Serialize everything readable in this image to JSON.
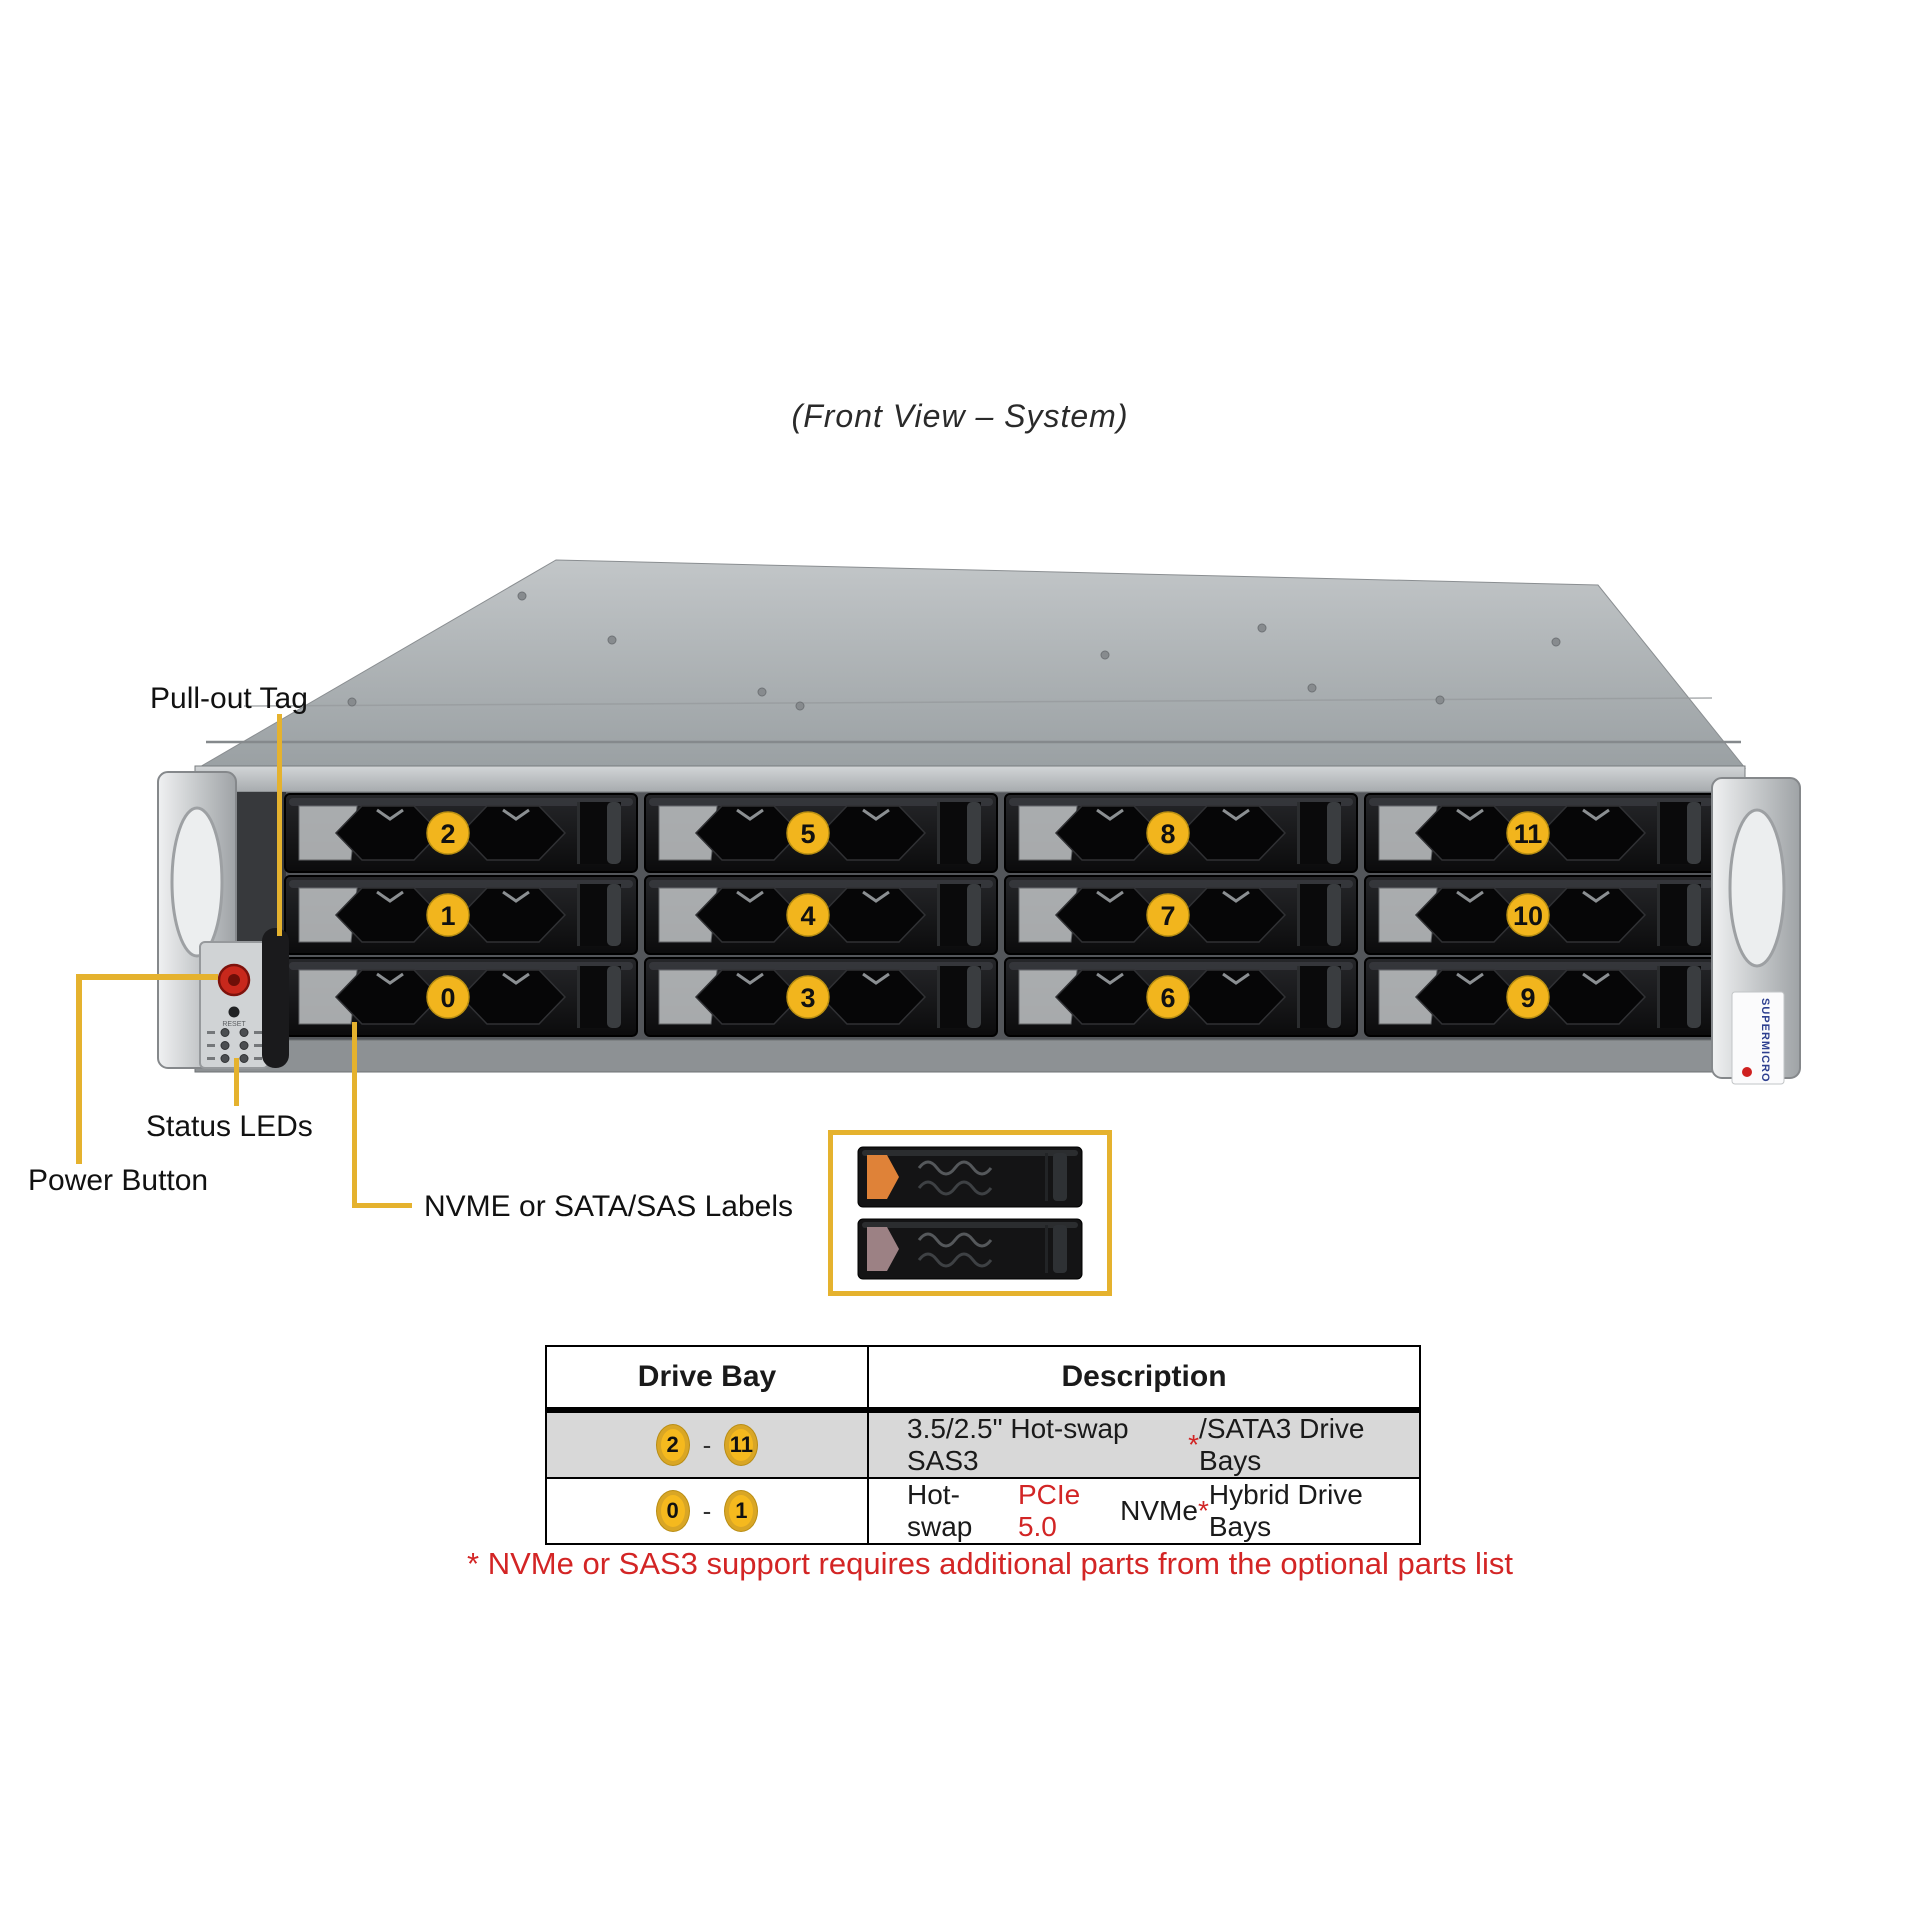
{
  "title": "(Front View – System)",
  "callouts": {
    "pull_out_tag": "Pull-out Tag",
    "status_leds": "Status LEDs",
    "power_button": "Power Button",
    "nvme_labels": "NVME or SATA/SAS Labels"
  },
  "server": {
    "brand_vertical": "SUPERMICRO",
    "control_panel": {
      "reset_label": "RESET"
    },
    "bay_columns": [
      [
        "2",
        "1",
        "0"
      ],
      [
        "5",
        "4",
        "3"
      ],
      [
        "8",
        "7",
        "6"
      ],
      [
        "11",
        "10",
        "9"
      ]
    ]
  },
  "inset": {
    "tray_top_label_type": "NVMe label (orange)",
    "tray_bottom_label_type": "SATA/SAS label (gray)"
  },
  "table": {
    "headers": [
      "Drive Bay",
      "Description"
    ],
    "rows": [
      {
        "bay_from": "2",
        "separator": "-",
        "bay_to": "11",
        "desc_pre": "3.5/2.5\" Hot-swap SAS3",
        "desc_star": "*",
        "desc_post": "/SATA3 Drive Bays"
      },
      {
        "bay_from": "0",
        "separator": "-",
        "bay_to": "1",
        "desc_pre": "Hot-swap ",
        "desc_red": "PCIe 5.0",
        "desc_mid": " NVMe",
        "desc_star": "*",
        "desc_post": " Hybrid Drive Bays"
      }
    ]
  },
  "footnote": "* NVMe or SAS3 support requires additional parts from the optional parts list",
  "colors": {
    "callout_yellow": "#e5b22e",
    "badge_yellow": "#f2b51d",
    "alert_red": "#d32525",
    "brand_blue": "#2e3f8f",
    "nvme_label_orange": "#df8238",
    "sata_label_gray": "#9c8184"
  }
}
